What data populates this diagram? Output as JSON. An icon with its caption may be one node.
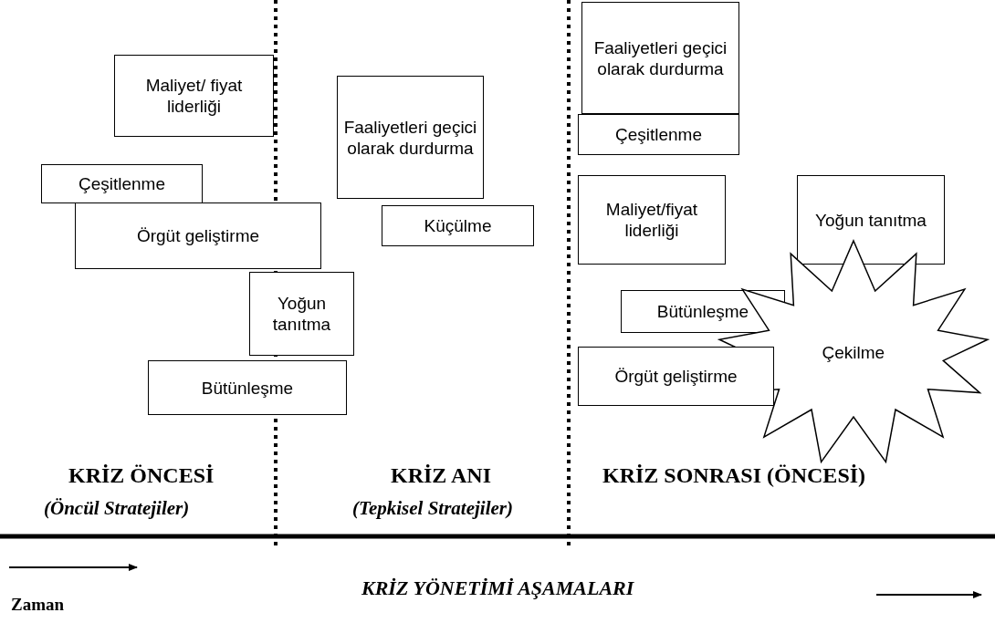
{
  "diagram": {
    "nodes": [
      {
        "text": [
          "Maliyet/ fiyat liderliği"
        ]
      },
      {
        "text": [
          "Çeşitlenme"
        ]
      },
      {
        "text": [
          "Örgüt geliştirme"
        ]
      },
      {
        "text": [
          "Yoğun tanıtma"
        ]
      },
      {
        "text": [
          "Bütünleşme"
        ]
      },
      {
        "text": [
          "Faaliyetleri geçici olarak durdurma"
        ]
      },
      {
        "text": [
          "Küçülme"
        ]
      },
      {
        "text": [
          "Faaliyetleri geçici olarak durdurma"
        ]
      },
      {
        "text": [
          "Çeşitlenme"
        ]
      },
      {
        "text": [
          "Maliyet/fiyat liderliği"
        ]
      },
      {
        "text": [
          "Yoğun tanıtma"
        ]
      },
      {
        "text": [
          "Bütünleşme"
        ]
      },
      {
        "text": [
          "Çekilme"
        ]
      },
      {
        "text": [
          "Örgüt geliştirme"
        ]
      }
    ],
    "edges": [],
    "labels": [
      "KRİZ ÖNCESİ",
      "(Öncül Stratejiler)",
      "KRİZ ANI",
      "(Tepkisel Stratejiler)",
      "KRİZ SONRASI (ÖNCESİ)",
      "KRİZ YÖNETİMİ AŞAMALARI",
      "Zaman"
    ]
  }
}
